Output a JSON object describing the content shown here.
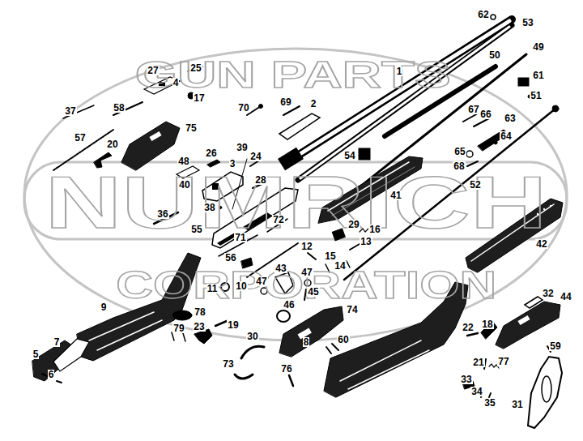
{
  "diagram": {
    "labels": [
      "GUN PARTS",
      "NUMRICH",
      "CORPORATION",
      "62",
      "53",
      "49",
      "50",
      "1",
      "27",
      "25",
      "4",
      "61",
      "17",
      "51",
      "69",
      "2",
      "70",
      "58",
      "37",
      "67",
      "66",
      "63",
      "75",
      "57",
      "64",
      "20",
      "39",
      "26",
      "65",
      "54",
      "24",
      "48",
      "3",
      "68",
      "28",
      "40",
      "52",
      "41",
      "38",
      "36",
      "72",
      "29",
      "16",
      "55",
      "71",
      "13",
      "42",
      "12",
      "15",
      "56",
      "14",
      "43",
      "47",
      "47",
      "10",
      "11",
      "45",
      "32",
      "44",
      "46",
      "9",
      "74",
      "78",
      "18",
      "19",
      "23",
      "22",
      "79",
      "30",
      "60",
      "7",
      "8",
      "59",
      "5",
      "77",
      "21",
      "73",
      "76",
      "6",
      "33",
      "34",
      "35",
      "31"
    ]
  }
}
